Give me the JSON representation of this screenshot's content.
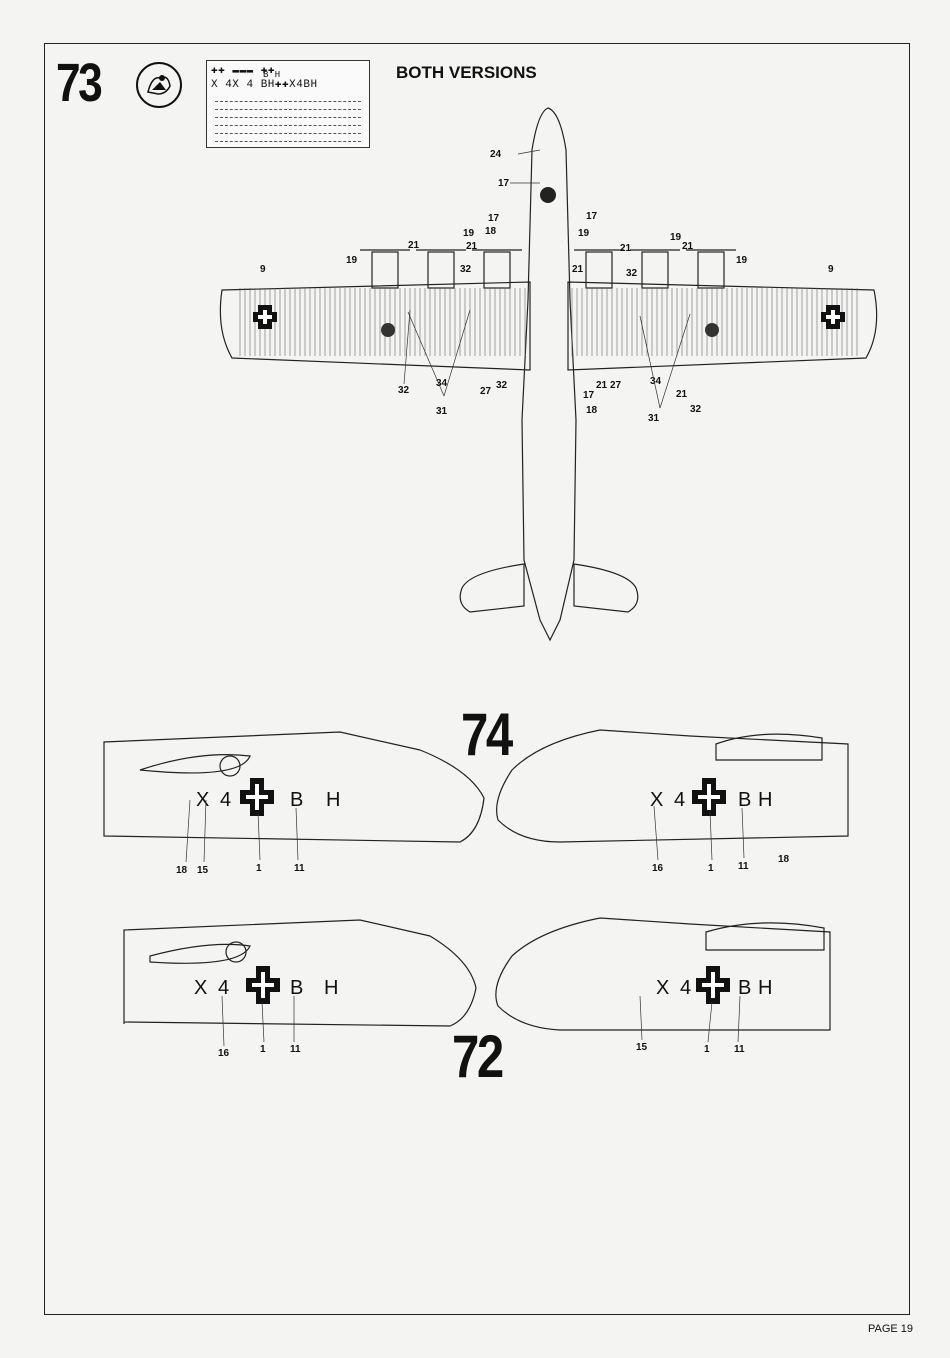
{
  "steps": {
    "step73": "73",
    "step74": "74",
    "step72": "72"
  },
  "heading": "BOTH VERSIONS",
  "page_label": "PAGE 19",
  "decal_sheet": {
    "row1": "✚✚ ▬▬▬ ✚✚",
    "row2": "X 4X 4 BH✚✚X4BH",
    "row3": "B H"
  },
  "top_view_callouts": {
    "c24": "24",
    "c17a": "17",
    "c17b": "17",
    "c17c": "17",
    "c18a": "18",
    "c19a": "19",
    "c19b": "19",
    "c19c": "19",
    "c19d": "19",
    "c21a": "21",
    "c21b": "21",
    "c21c": "21",
    "c21d": "21",
    "c21e": "21",
    "c32a": "32",
    "c32b": "32",
    "c9a": "9",
    "c9b": "9",
    "c32c": "32",
    "c34a": "34",
    "c27a": "27",
    "c32d": "32",
    "c31a": "31",
    "c17d": "17",
    "c18b": "18",
    "c21f": "21",
    "c27b": "27",
    "c34b": "34",
    "c31b": "31",
    "c21g": "21",
    "c32e": "32"
  },
  "side_callouts": {
    "l74_18": "18",
    "l74_15": "15",
    "l74_1": "1",
    "l74_11": "11",
    "r74_16": "16",
    "r74_1": "1",
    "r74_11": "11",
    "r74_18": "18",
    "l72_16": "16",
    "l72_1": "1",
    "l72_11": "11",
    "r72_15": "15",
    "r72_1": "1",
    "r72_11": "11"
  },
  "markings": {
    "l74_X": "X",
    "l74_4": "4",
    "l74_B": "B",
    "l74_H": "H",
    "r74_X": "X",
    "r74_4": "4",
    "r74_B": "B",
    "r74_H": "H",
    "l72_X": "X",
    "l72_4": "4",
    "l72_B": "B",
    "l72_H": "H",
    "r72_X": "X",
    "r72_4": "4",
    "r72_B": "B",
    "r72_H": "H"
  }
}
